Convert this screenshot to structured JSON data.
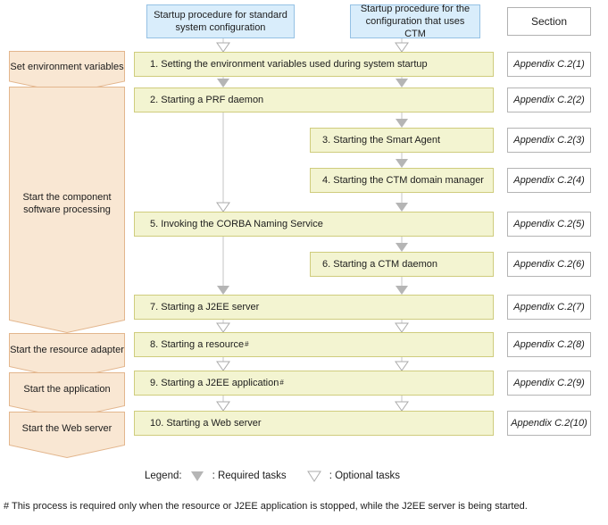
{
  "headers": {
    "standard_label": "Startup procedure for standard system configuration",
    "ctm_label": "Startup procedure for the configuration that uses CTM",
    "section_label": "Section"
  },
  "phases": [
    {
      "label": "Set environment variables"
    },
    {
      "label": "Start the component software processing"
    },
    {
      "label": "Start the resource adapter"
    },
    {
      "label": "Start the application"
    },
    {
      "label": "Start the Web server"
    }
  ],
  "steps": [
    {
      "label": "1. Setting the environment variables used during system startup",
      "section": "Appendix C.2(1)"
    },
    {
      "label": "2. Starting a PRF daemon",
      "section": "Appendix C.2(2)"
    },
    {
      "label": "3. Starting the Smart Agent",
      "section": "Appendix C.2(3)"
    },
    {
      "label": "4. Starting the CTM domain manager",
      "section": "Appendix C.2(4)"
    },
    {
      "label": "5. Invoking the CORBA Naming Service",
      "section": "Appendix C.2(5)"
    },
    {
      "label": "6. Starting a CTM daemon",
      "section": "Appendix C.2(6)"
    },
    {
      "label": "7. Starting a J2EE server",
      "section": "Appendix C.2(7)"
    },
    {
      "label": "8. Starting a resource",
      "sup": "#",
      "section": "Appendix C.2(8)"
    },
    {
      "label": "9. Starting a J2EE application",
      "sup": "#",
      "section": "Appendix C.2(9)"
    },
    {
      "label": "10. Starting a Web server",
      "section": "Appendix C.2(10)"
    }
  ],
  "legend": {
    "title": "Legend:",
    "required_label": ": Required tasks",
    "optional_label": ": Optional tasks"
  },
  "footnote": "# This process is required only when the resource or J2EE application is stopped, while the J2EE server is being started.",
  "colors": {
    "step_fill": "#f3f4d1",
    "step_border": "#cfcc7d",
    "phase_fill": "#f9e7d3",
    "phase_border": "#e3b68d",
    "header_fill": "#d9edfb",
    "header_border": "#95c1e4",
    "required_arrow": "#b5b5b5",
    "optional_arrow_stroke": "#ababab"
  }
}
